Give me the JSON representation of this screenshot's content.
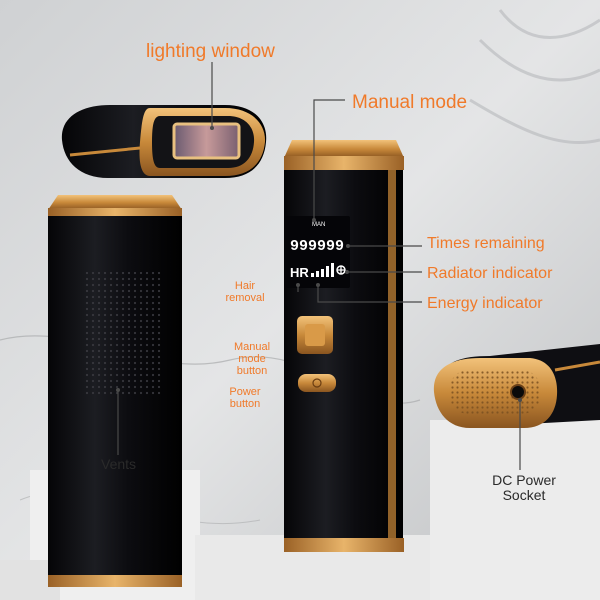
{
  "labels": {
    "lighting_window": "lighting window",
    "manual_mode": "Manual mode",
    "times_remaining": "Times remaining",
    "radiator_indicator": "Radiator indicator",
    "energy_indicator": "Energy indicator",
    "hair_removal": "Hair removal",
    "manual_mode_button": "Manual mode button",
    "power_button": "Power button",
    "vents": "Vents",
    "dc_power_socket": "DC Power Socket"
  },
  "display": {
    "mode": "MAN",
    "count": "999999",
    "hr": "HR"
  },
  "colors": {
    "label_orange": "#f07a2a",
    "gold_trim": "#c8893a",
    "device_black": "#0d0d10",
    "background": "#dcdcdc"
  }
}
